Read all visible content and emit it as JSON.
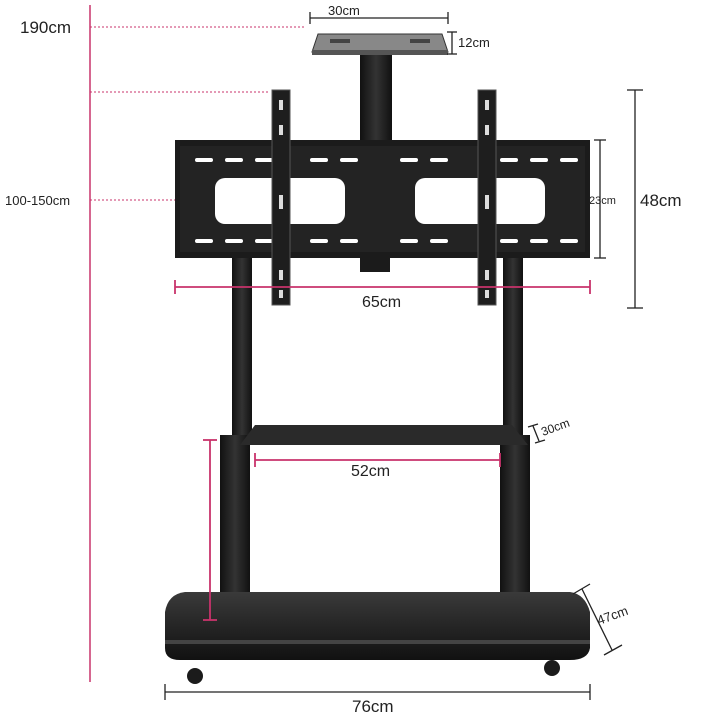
{
  "labels": {
    "total_height": "190cm",
    "adjust_height": "100-150cm",
    "camera_tray_width": "30cm",
    "camera_tray_depth": "12cm",
    "mount_panel_height": "23cm",
    "rail_height": "48cm",
    "mount_width": "65cm",
    "shelf_depth": "30cm",
    "shelf_width": "52cm",
    "base_depth": "47cm",
    "base_width": "76cm"
  },
  "colors": {
    "accent_pink": "#c8336b",
    "frame_black": "#1b1b1b",
    "dimension_black": "#222222"
  }
}
